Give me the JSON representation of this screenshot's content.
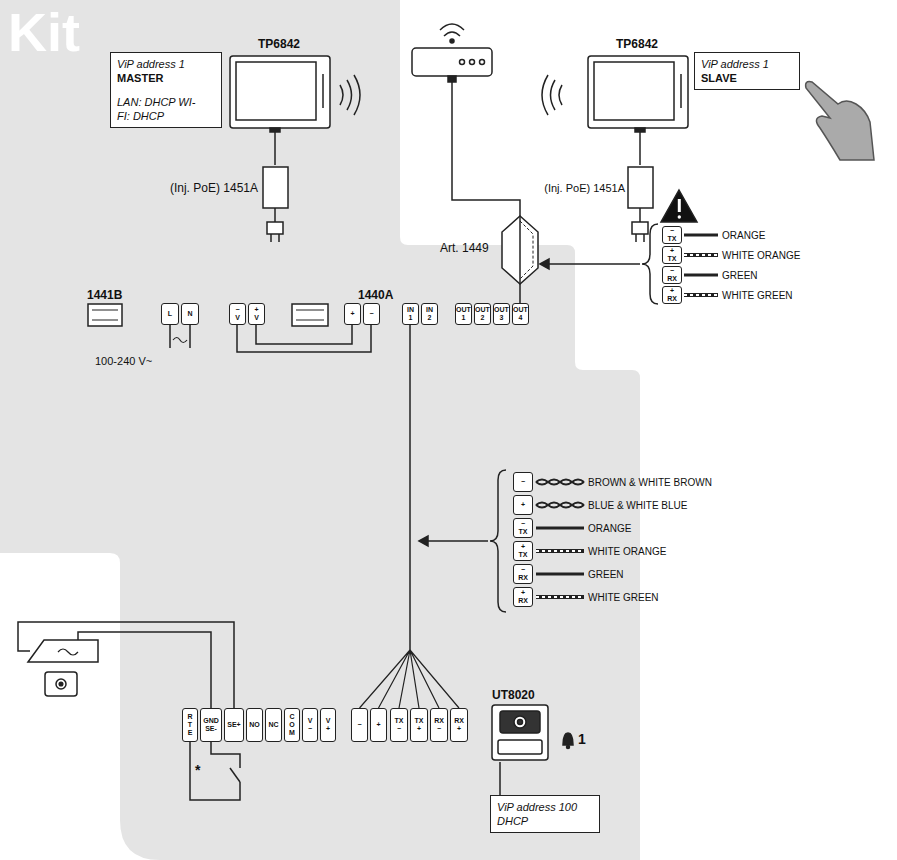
{
  "diagram": {
    "nodes": [
      {
        "text": [
          "Kit"
        ]
      },
      {
        "text": [
          "ViP address 1",
          "MASTER",
          "LAN: DHCP WI-FI: DHCP"
        ],
        "in": 0
      },
      {
        "text": [
          "TP6842"
        ],
        "in": 0
      },
      {
        "text": [
          "(Inj. PoE) 1451A"
        ],
        "in": 0
      },
      {
        "text": [
          "TP6842"
        ]
      },
      {
        "text": [
          "ViP address 1",
          "SLAVE"
        ]
      },
      {
        "text": [
          "(Inj. PoE) 1451A"
        ]
      },
      {
        "text": [
          "Art. 1449"
        ]
      },
      {
        "text": [
          "1441B"
        ],
        "in": 0
      },
      {
        "text": [
          "1440A"
        ],
        "in": 0
      },
      {
        "text": [
          "UT8020"
        ],
        "in": 0
      },
      {
        "text": [
          "ViP address 100",
          "DHCP"
        ],
        "in": 0
      }
    ],
    "edges": [
      {
        "from": 2,
        "to": 3,
        "arrow": "none"
      },
      {
        "from": 4,
        "to": 6,
        "arrow": "none"
      },
      {
        "from": 7,
        "to": 9,
        "arrow": "none"
      },
      {
        "from": 11,
        "to": 10,
        "arrow": "none"
      }
    ],
    "labels": [
      "L",
      "N",
      "100-240 V~",
      "− V",
      "+ V",
      "+",
      "−",
      "IN 1",
      "IN 2",
      "OUT 1",
      "OUT 2",
      "OUT 3",
      "OUT 4",
      "− TX",
      "ORANGE",
      "+ TX",
      "WHITE ORANGE",
      "− RX",
      "GREEN",
      "+ RX",
      "WHITE GREEN",
      "−",
      "BROWN & WHITE BROWN",
      "+",
      "BLUE & WHITE BLUE",
      "− TX",
      "ORANGE",
      "+ TX",
      "WHITE ORANGE",
      "− RX",
      "GREEN",
      "+ RX",
      "WHITE GREEN",
      "R T E",
      "GND SE-",
      "SE+",
      "NO",
      "NC",
      "C O M",
      "V −",
      "V +",
      "−",
      "+",
      "TX −",
      "TX +",
      "RX −",
      "RX +",
      "*",
      "1"
    ]
  }
}
